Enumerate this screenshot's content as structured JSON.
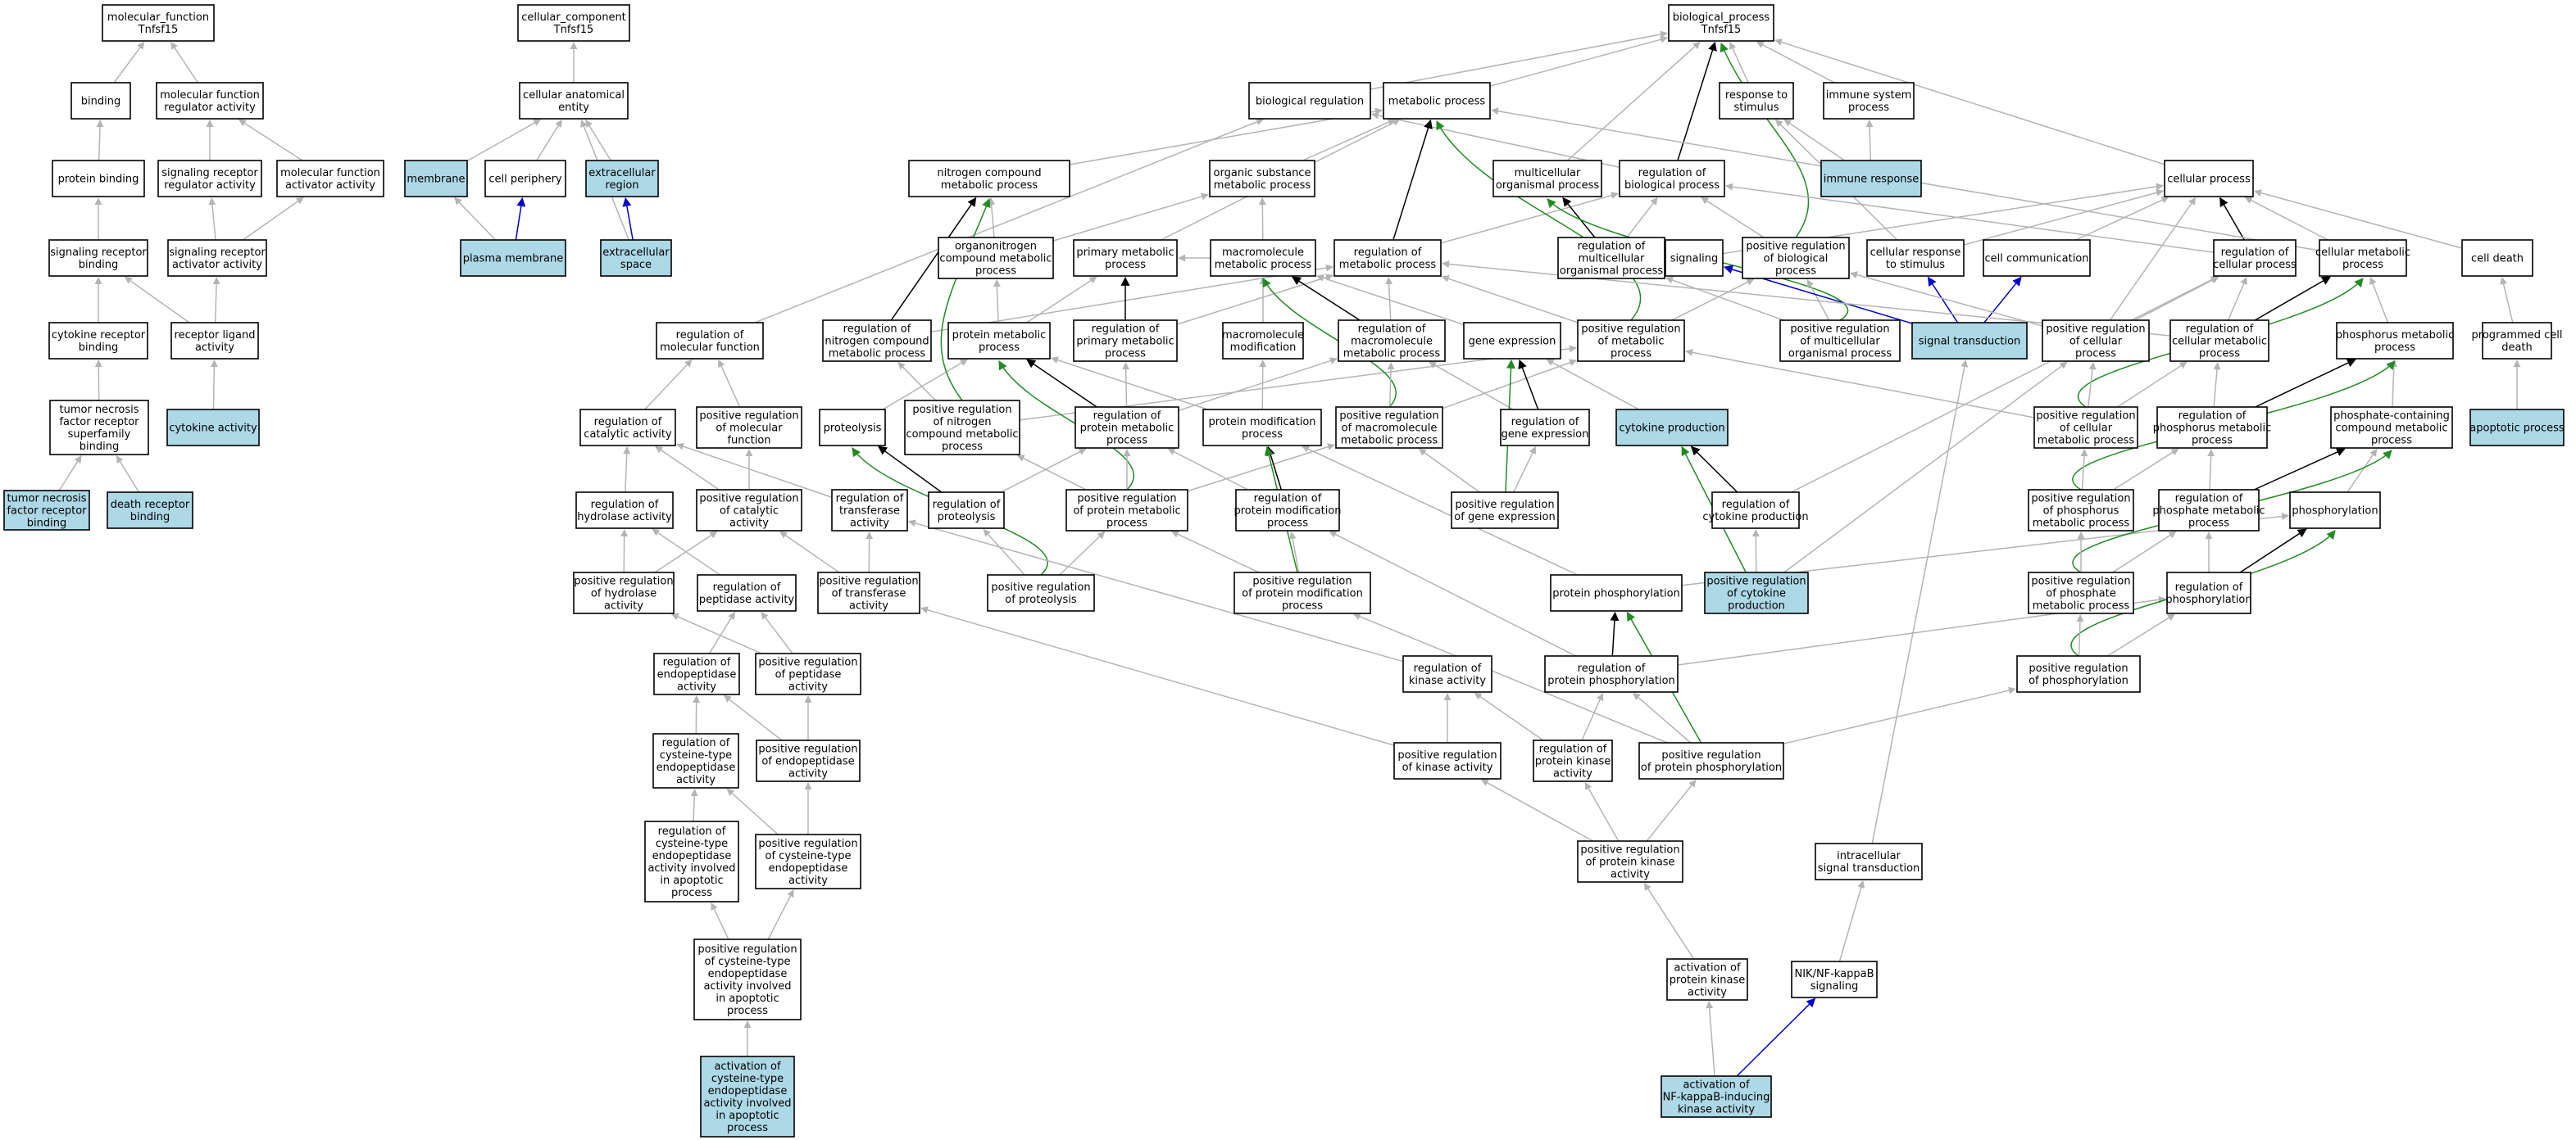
{
  "colors": {
    "background": "#ffffff",
    "node_fill": "#ffffff",
    "node_highlight": "#add8e6",
    "node_stroke": "#000000",
    "edge_is_a": "#b4b4b4",
    "edge_part_of": "#000000",
    "edge_positively_regulates": "#228b22",
    "edge_regulates": "#0000cd"
  },
  "nodes": {
    "n1": {
      "lines": [
        "molecular_function",
        "Tnfsf15"
      ],
      "highlight": false
    },
    "n2": {
      "lines": [
        "cellular_component",
        "Tnfsf15"
      ],
      "highlight": false
    },
    "n3": {
      "lines": [
        "biological_process",
        "Tnfsf15"
      ],
      "highlight": false
    },
    "n4": {
      "lines": [
        "binding"
      ],
      "highlight": false
    },
    "n5": {
      "lines": [
        "molecular function",
        "regulator activity"
      ],
      "highlight": false
    },
    "n6": {
      "lines": [
        "cellular anatomical",
        "entity"
      ],
      "highlight": false
    },
    "n7": {
      "lines": [
        "biological regulation"
      ],
      "highlight": false
    },
    "n8": {
      "lines": [
        "metabolic process"
      ],
      "highlight": false
    },
    "n9": {
      "lines": [
        "response to",
        "stimulus"
      ],
      "highlight": false
    },
    "n10": {
      "lines": [
        "immune system",
        "process"
      ],
      "highlight": false
    },
    "n11": {
      "lines": [
        "protein binding"
      ],
      "highlight": false
    },
    "n12": {
      "lines": [
        "signaling receptor",
        "regulator activity"
      ],
      "highlight": false
    },
    "n13": {
      "lines": [
        "molecular function",
        "activator activity"
      ],
      "highlight": false
    },
    "n14": {
      "lines": [
        "membrane"
      ],
      "highlight": true
    },
    "n15": {
      "lines": [
        "cell periphery"
      ],
      "highlight": false
    },
    "n16": {
      "lines": [
        "extracellular",
        "region"
      ],
      "highlight": true
    },
    "n17": {
      "lines": [
        "nitrogen compound",
        "metabolic process"
      ],
      "highlight": false
    },
    "n18": {
      "lines": [
        "organic substance",
        "metabolic process"
      ],
      "highlight": false
    },
    "n19": {
      "lines": [
        "multicellular",
        "organismal process"
      ],
      "highlight": false
    },
    "n20": {
      "lines": [
        "regulation of",
        "biological process"
      ],
      "highlight": false
    },
    "n21": {
      "lines": [
        "immune response"
      ],
      "highlight": true
    },
    "n22": {
      "lines": [
        "cellular process"
      ],
      "highlight": false
    },
    "n23": {
      "lines": [
        "signaling receptor",
        "binding"
      ],
      "highlight": false
    },
    "n24": {
      "lines": [
        "signaling receptor",
        "activator activity"
      ],
      "highlight": false
    },
    "n25": {
      "lines": [
        "plasma membrane"
      ],
      "highlight": true
    },
    "n26": {
      "lines": [
        "extracellular",
        "space"
      ],
      "highlight": true
    },
    "n27": {
      "lines": [
        "organonitrogen",
        "compound metabolic",
        "process"
      ],
      "highlight": false
    },
    "n28": {
      "lines": [
        "primary metabolic",
        "process"
      ],
      "highlight": false
    },
    "n29": {
      "lines": [
        "macromolecule",
        "metabolic process"
      ],
      "highlight": false
    },
    "n30": {
      "lines": [
        "regulation of",
        "metabolic process"
      ],
      "highlight": false
    },
    "n31": {
      "lines": [
        "regulation of",
        "multicellular",
        "organismal process"
      ],
      "highlight": false
    },
    "n32": {
      "lines": [
        "signaling"
      ],
      "highlight": false
    },
    "n33": {
      "lines": [
        "positive regulation",
        "of biological",
        "process"
      ],
      "highlight": false
    },
    "n34": {
      "lines": [
        "cellular response",
        "to stimulus"
      ],
      "highlight": false
    },
    "n35": {
      "lines": [
        "cell communication"
      ],
      "highlight": false
    },
    "n36": {
      "lines": [
        "regulation of",
        "cellular process"
      ],
      "highlight": false
    },
    "n37": {
      "lines": [
        "cellular metabolic",
        "process"
      ],
      "highlight": false
    },
    "n38": {
      "lines": [
        "cell death"
      ],
      "highlight": false
    },
    "n39": {
      "lines": [
        "cytokine receptor",
        "binding"
      ],
      "highlight": false
    },
    "n40": {
      "lines": [
        "receptor ligand",
        "activity"
      ],
      "highlight": false
    },
    "n41": {
      "lines": [
        "regulation of",
        "molecular function"
      ],
      "highlight": false
    },
    "n42": {
      "lines": [
        "regulation of",
        "nitrogen compound",
        "metabolic process"
      ],
      "highlight": false
    },
    "n43": {
      "lines": [
        "protein metabolic",
        "process"
      ],
      "highlight": false
    },
    "n44": {
      "lines": [
        "regulation of",
        "primary metabolic",
        "process"
      ],
      "highlight": false
    },
    "n45": {
      "lines": [
        "macromolecule",
        "modification"
      ],
      "highlight": false
    },
    "n46": {
      "lines": [
        "regulation of",
        "macromolecule",
        "metabolic process"
      ],
      "highlight": false
    },
    "n47": {
      "lines": [
        "gene expression"
      ],
      "highlight": false
    },
    "n48": {
      "lines": [
        "positive regulation",
        "of metabolic",
        "process"
      ],
      "highlight": false
    },
    "n49": {
      "lines": [
        "positive regulation",
        "of multicellular",
        "organismal process"
      ],
      "highlight": false
    },
    "n50": {
      "lines": [
        "signal transduction"
      ],
      "highlight": true
    },
    "n51": {
      "lines": [
        "positive regulation",
        "of cellular",
        "process"
      ],
      "highlight": false
    },
    "n52": {
      "lines": [
        "regulation of",
        "cellular metabolic",
        "process"
      ],
      "highlight": false
    },
    "n53": {
      "lines": [
        "phosphorus metabolic",
        "process"
      ],
      "highlight": false
    },
    "n54": {
      "lines": [
        "programmed cell",
        "death"
      ],
      "highlight": false
    },
    "n55": {
      "lines": [
        "tumor necrosis",
        "factor receptor",
        "superfamily",
        "binding"
      ],
      "highlight": false
    },
    "n56": {
      "lines": [
        "cytokine activity"
      ],
      "highlight": true
    },
    "n57": {
      "lines": [
        "regulation of",
        "catalytic activity"
      ],
      "highlight": false
    },
    "n58": {
      "lines": [
        "positive regulation",
        "of molecular",
        "function"
      ],
      "highlight": false
    },
    "n59": {
      "lines": [
        "proteolysis"
      ],
      "highlight": false
    },
    "n60": {
      "lines": [
        "positive regulation",
        "of nitrogen",
        "compound metabolic",
        "process"
      ],
      "highlight": false
    },
    "n61": {
      "lines": [
        "regulation of",
        "protein metabolic",
        "process"
      ],
      "highlight": false
    },
    "n62": {
      "lines": [
        "protein modification",
        "process"
      ],
      "highlight": false
    },
    "n63": {
      "lines": [
        "positive regulation",
        "of macromolecule",
        "metabolic process"
      ],
      "highlight": false
    },
    "n64": {
      "lines": [
        "regulation of",
        "gene expression"
      ],
      "highlight": false
    },
    "n65": {
      "lines": [
        "cytokine production"
      ],
      "highlight": true
    },
    "n66": {
      "lines": [
        "positive regulation",
        "of cellular",
        "metabolic process"
      ],
      "highlight": false
    },
    "n67": {
      "lines": [
        "regulation of",
        "phosphorus metabolic",
        "process"
      ],
      "highlight": false
    },
    "n68": {
      "lines": [
        "phosphate-containing",
        "compound metabolic",
        "process"
      ],
      "highlight": false
    },
    "n69": {
      "lines": [
        "apoptotic process"
      ],
      "highlight": true
    },
    "n70": {
      "lines": [
        "tumor necrosis",
        "factor receptor",
        "binding"
      ],
      "highlight": true
    },
    "n71": {
      "lines": [
        "death receptor",
        "binding"
      ],
      "highlight": true
    },
    "n72": {
      "lines": [
        "regulation of",
        "hydrolase activity"
      ],
      "highlight": false
    },
    "n73": {
      "lines": [
        "positive regulation",
        "of catalytic",
        "activity"
      ],
      "highlight": false
    },
    "n74": {
      "lines": [
        "regulation of",
        "transferase",
        "activity"
      ],
      "highlight": false
    },
    "n75": {
      "lines": [
        "regulation of",
        "proteolysis"
      ],
      "highlight": false
    },
    "n76": {
      "lines": [
        "positive regulation",
        "of protein metabolic",
        "process"
      ],
      "highlight": false
    },
    "n77": {
      "lines": [
        "regulation of",
        "protein modification",
        "process"
      ],
      "highlight": false
    },
    "n78": {
      "lines": [
        "positive regulation",
        "of gene expression"
      ],
      "highlight": false
    },
    "n79": {
      "lines": [
        "regulation of",
        "cytokine production"
      ],
      "highlight": false
    },
    "n80": {
      "lines": [
        "positive regulation",
        "of phosphorus",
        "metabolic process"
      ],
      "highlight": false
    },
    "n81": {
      "lines": [
        "regulation of",
        "phosphate metabolic",
        "process"
      ],
      "highlight": false
    },
    "n82": {
      "lines": [
        "phosphorylation"
      ],
      "highlight": false
    },
    "n83": {
      "lines": [
        "positive regulation",
        "of hydrolase",
        "activity"
      ],
      "highlight": false
    },
    "n84": {
      "lines": [
        "regulation of",
        "peptidase activity"
      ],
      "highlight": false
    },
    "n85": {
      "lines": [
        "positive regulation",
        "of transferase",
        "activity"
      ],
      "highlight": false
    },
    "n86": {
      "lines": [
        "positive regulation",
        "of proteolysis"
      ],
      "highlight": false
    },
    "n87": {
      "lines": [
        "positive regulation",
        "of protein modification",
        "process"
      ],
      "highlight": false
    },
    "n88": {
      "lines": [
        "protein phosphorylation"
      ],
      "highlight": false
    },
    "n89": {
      "lines": [
        "positive regulation",
        "of cytokine",
        "production"
      ],
      "highlight": true
    },
    "n90": {
      "lines": [
        "positive regulation",
        "of phosphate",
        "metabolic process"
      ],
      "highlight": false
    },
    "n91": {
      "lines": [
        "regulation of",
        "phosphorylation"
      ],
      "highlight": false
    },
    "n92": {
      "lines": [
        "regulation of",
        "endopeptidase",
        "activity"
      ],
      "highlight": false
    },
    "n93": {
      "lines": [
        "positive regulation",
        "of peptidase",
        "activity"
      ],
      "highlight": false
    },
    "n94": {
      "lines": [
        "regulation of",
        "kinase activity"
      ],
      "highlight": false
    },
    "n95": {
      "lines": [
        "regulation of",
        "protein phosphorylation"
      ],
      "highlight": false
    },
    "n96": {
      "lines": [
        "positive regulation",
        "of phosphorylation"
      ],
      "highlight": false
    },
    "n97": {
      "lines": [
        "regulation of",
        "cysteine-type",
        "endopeptidase",
        "activity"
      ],
      "highlight": false
    },
    "n98": {
      "lines": [
        "positive regulation",
        "of endopeptidase",
        "activity"
      ],
      "highlight": false
    },
    "n99": {
      "lines": [
        "positive regulation",
        "of kinase activity"
      ],
      "highlight": false
    },
    "n100": {
      "lines": [
        "regulation of",
        "protein kinase",
        "activity"
      ],
      "highlight": false
    },
    "n101": {
      "lines": [
        "positive regulation",
        "of protein phosphorylation"
      ],
      "highlight": false
    },
    "n102": {
      "lines": [
        "regulation of",
        "cysteine-type",
        "endopeptidase",
        "activity involved",
        "in apoptotic",
        "process"
      ],
      "highlight": false
    },
    "n103": {
      "lines": [
        "positive regulation",
        "of cysteine-type",
        "endopeptidase",
        "activity"
      ],
      "highlight": false
    },
    "n104": {
      "lines": [
        "positive regulation",
        "of protein kinase",
        "activity"
      ],
      "highlight": false
    },
    "n105": {
      "lines": [
        "intracellular",
        "signal transduction"
      ],
      "highlight": false
    },
    "n106": {
      "lines": [
        "positive regulation",
        "of cysteine-type",
        "endopeptidase",
        "activity involved",
        "in apoptotic",
        "process"
      ],
      "highlight": false
    },
    "n107": {
      "lines": [
        "activation of",
        "protein kinase",
        "activity"
      ],
      "highlight": false
    },
    "n108": {
      "lines": [
        "NIK/NF-kappaB",
        "signaling"
      ],
      "highlight": false
    },
    "n109": {
      "lines": [
        "activation of",
        "cysteine-type",
        "endopeptidase",
        "activity involved",
        "in apoptotic",
        "process"
      ],
      "highlight": true
    },
    "n110": {
      "lines": [
        "activation of",
        "NF-kappaB-inducing",
        "kinase activity"
      ],
      "highlight": true
    }
  }
}
